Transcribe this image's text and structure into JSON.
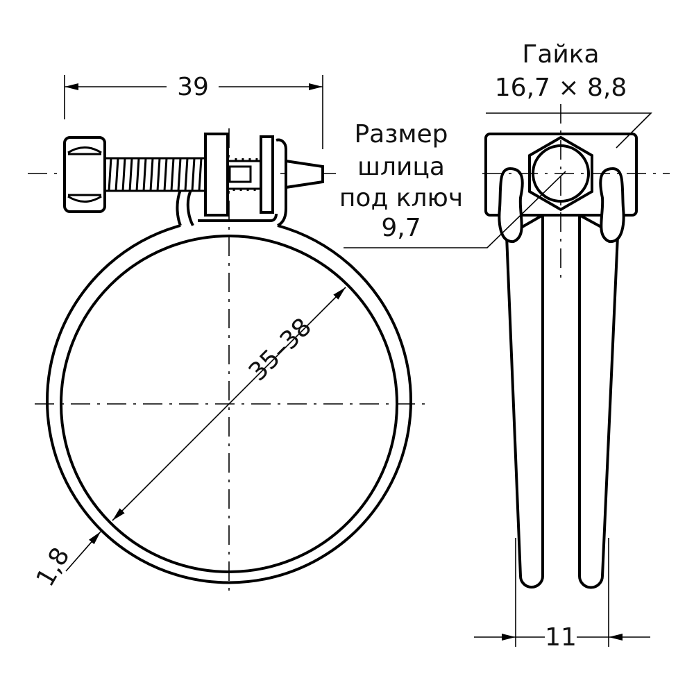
{
  "title": "Hose clamp dimension drawing",
  "dimensions": {
    "width": "39",
    "diameter_range": "35–38",
    "wire": "1,8",
    "leg_spacing": "11"
  },
  "nut_label": {
    "line1": "Гайка",
    "line2": "16,7 × 8,8"
  },
  "slot_label": {
    "line1": "Размер",
    "line2": "шлица",
    "line3": "под ключ",
    "line4": "9,7"
  },
  "colors": {
    "ink": "#000000",
    "background": "#ffffff"
  }
}
